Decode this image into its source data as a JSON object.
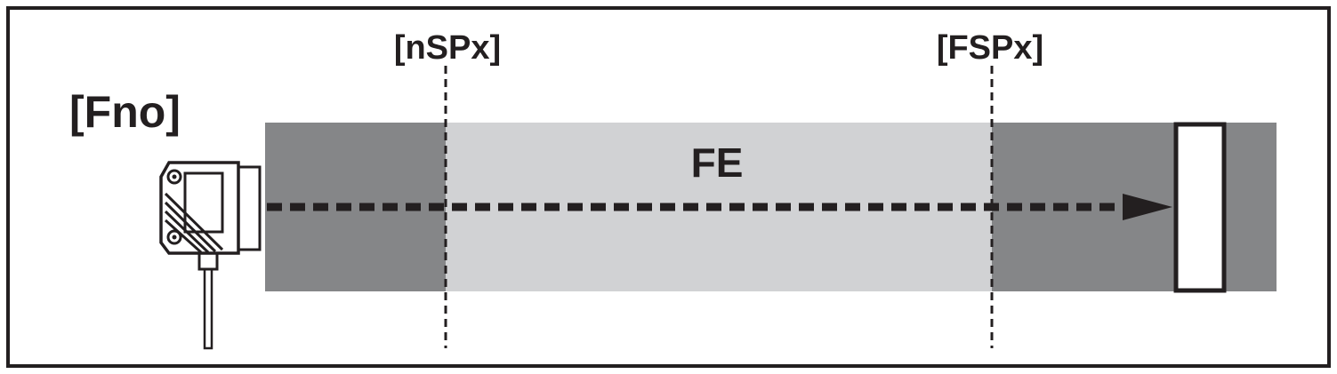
{
  "diagram": {
    "mode_label": "[Fno]",
    "near_setpoint_label": "[nSPx]",
    "far_setpoint_label": "[FSPx]",
    "window_label": "FE"
  },
  "colors": {
    "outer_zone": "#858688",
    "window_zone": "#d1d2d4",
    "ink": "#231f20",
    "background": "#ffffff"
  },
  "icons": {
    "sensor": "photoelectric-sensor-icon",
    "target": "target-object-icon",
    "beam": "light-beam-arrow-icon"
  }
}
